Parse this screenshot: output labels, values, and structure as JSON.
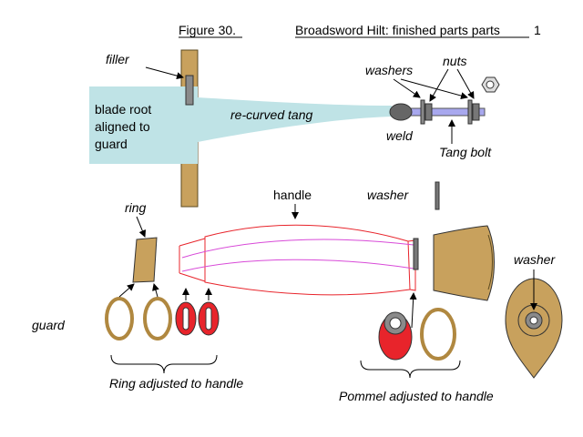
{
  "header": {
    "figure_label": "Figure 30.",
    "title": "Broadsword Hilt: finished parts parts",
    "title_suffix": "1"
  },
  "labels": {
    "filler": "filler",
    "blade_root_1": "blade root",
    "blade_root_2": "aligned to",
    "blade_root_3": "guard",
    "recurved_tang": "re-curved tang",
    "washers": "washers",
    "nuts": "nuts",
    "weld": "weld",
    "tang_bolt": "Tang bolt",
    "handle": "handle",
    "washer_top": "washer",
    "ring": "ring",
    "washer_right": "washer",
    "guard": "guard",
    "ring_adjusted": "Ring adjusted to handle",
    "pommel_adjusted": "Pommel adjusted to handle"
  },
  "colors": {
    "bronze": "#c8a15d",
    "bronze_dark": "#5c4a20",
    "blade": "#bfe3e6",
    "tang_bolt": "#a8a8ee",
    "red": "#e8242b",
    "red_outline": "#e8242b",
    "magenta": "#d84ad8",
    "grey": "#8a8a8a"
  }
}
